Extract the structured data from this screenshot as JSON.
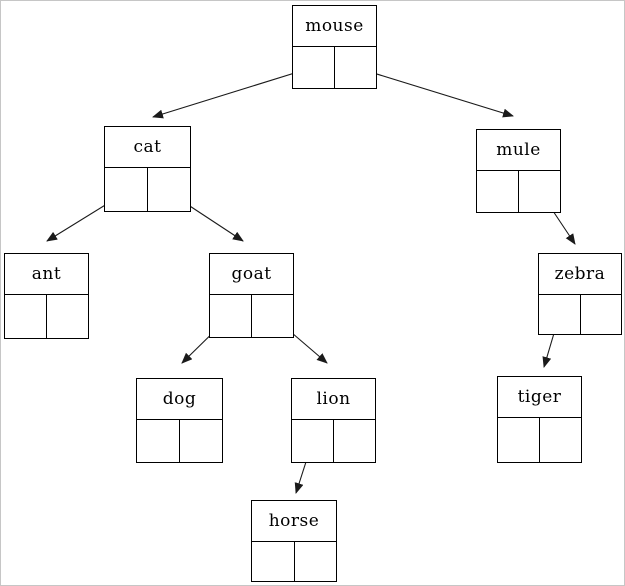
{
  "diagram": {
    "type": "binary-tree",
    "description": "Binary tree of animal names drawn as linked nodes; each node has a label box above two pointer cells, with arrows from pointer cells to child nodes",
    "colors": {
      "background": "#ffffff",
      "node_border": "#000000",
      "text": "#000000",
      "arrow": "#1a1a1a",
      "frame_border": "#c6c6c6"
    },
    "nodes": [
      {
        "id": "mouse",
        "label": "mouse",
        "left_child": "cat",
        "right_child": "mule"
      },
      {
        "id": "cat",
        "label": "cat",
        "left_child": "ant",
        "right_child": "goat"
      },
      {
        "id": "mule",
        "label": "mule",
        "left_child": null,
        "right_child": "zebra"
      },
      {
        "id": "ant",
        "label": "ant",
        "left_child": null,
        "right_child": null
      },
      {
        "id": "goat",
        "label": "goat",
        "left_child": "dog",
        "right_child": "lion"
      },
      {
        "id": "zebra",
        "label": "zebra",
        "left_child": "tiger",
        "right_child": null
      },
      {
        "id": "dog",
        "label": "dog",
        "left_child": null,
        "right_child": null
      },
      {
        "id": "lion",
        "label": "lion",
        "left_child": "horse",
        "right_child": null
      },
      {
        "id": "tiger",
        "label": "tiger",
        "left_child": null,
        "right_child": null
      },
      {
        "id": "horse",
        "label": "horse",
        "left_child": null,
        "right_child": null
      }
    ],
    "edges": [
      {
        "from": "mouse",
        "pointer": "left",
        "to": "cat"
      },
      {
        "from": "mouse",
        "pointer": "right",
        "to": "mule"
      },
      {
        "from": "cat",
        "pointer": "left",
        "to": "ant"
      },
      {
        "from": "cat",
        "pointer": "right",
        "to": "goat"
      },
      {
        "from": "mule",
        "pointer": "right",
        "to": "zebra"
      },
      {
        "from": "goat",
        "pointer": "left",
        "to": "dog"
      },
      {
        "from": "goat",
        "pointer": "right",
        "to": "lion"
      },
      {
        "from": "zebra",
        "pointer": "left",
        "to": "tiger"
      },
      {
        "from": "lion",
        "pointer": "left",
        "to": "horse"
      }
    ]
  }
}
